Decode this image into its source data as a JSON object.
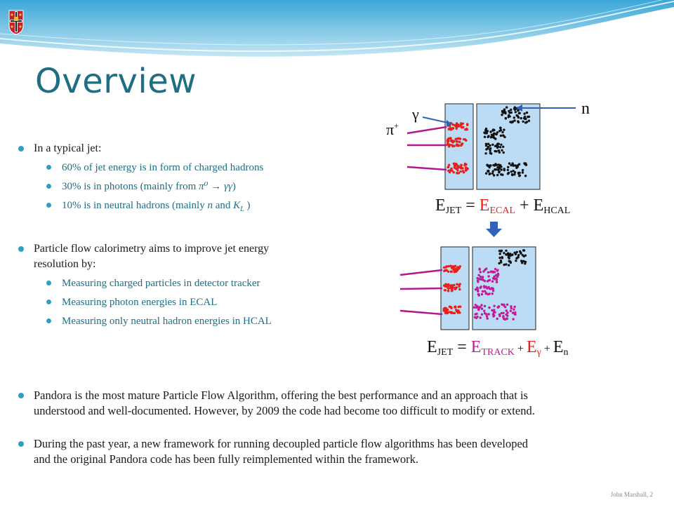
{
  "slide": {
    "title": "Overview",
    "footer": "John Marshall, 2"
  },
  "left_bullets": {
    "jet_intro": "In a typical jet:",
    "sub1": "60% of jet energy is in form of charged hadrons",
    "sub2_pre": "30% is in photons (mainly from ",
    "sub2_expr": "π⁰ → γγ",
    "sub2_post": ")",
    "sub3_pre": "10% is in neutral hadrons (mainly ",
    "sub3_n": "n",
    "sub3_mid": " and ",
    "sub3_kl": "K",
    "sub3_kl_sub": "L",
    "sub3_post": " )",
    "pfa_line1": "Particle flow calorimetry aims to improve jet energy",
    "pfa_line2": "resolution by:",
    "pfa_sub1": "Measuring charged particles in detector tracker",
    "pfa_sub2": "Measuring photon energies in ECAL",
    "pfa_sub3": "Measuring only neutral hadron energies in HCAL"
  },
  "bottom_bullets": {
    "pandora_line1": "Pandora is the most mature Particle Flow Algorithm, offering the best performance and an approach that is",
    "pandora_line2": "understood and well-documented. However, by 2009 the code had become too difficult to modify or extend.",
    "framework_line1": "During the past year, a new framework for running decoupled particle flow algorithms has been developed",
    "framework_line2": "and the original Pandora code has been fully reimplemented within the framework."
  },
  "figure": {
    "label_gamma": "γ",
    "label_pi": "π",
    "label_pi_sup": "+",
    "label_n": "n",
    "eq1": {
      "E": "E",
      "jet": "JET",
      "eq": " = ",
      "ecal": "ECAL",
      "plus": " + ",
      "hcal": "HCAL"
    },
    "eq2": {
      "E": "E",
      "jet": "JET",
      "eq": " = ",
      "track": "TRACK",
      "plus": " + ",
      "gamma": "γ",
      "n": "n"
    },
    "colors": {
      "charged": "#e8201a",
      "neutral_hadron": "#111111",
      "photon": "#c41a9a",
      "track": "#b01a8e",
      "detector_fill": "#bcdcf5",
      "arrow": "#2f62b8"
    }
  },
  "colors": {
    "title": "#1f6e83",
    "bullet": "#2e9fc2",
    "subtext": "#1f6e83",
    "header_wave": "#3fa9d8"
  }
}
